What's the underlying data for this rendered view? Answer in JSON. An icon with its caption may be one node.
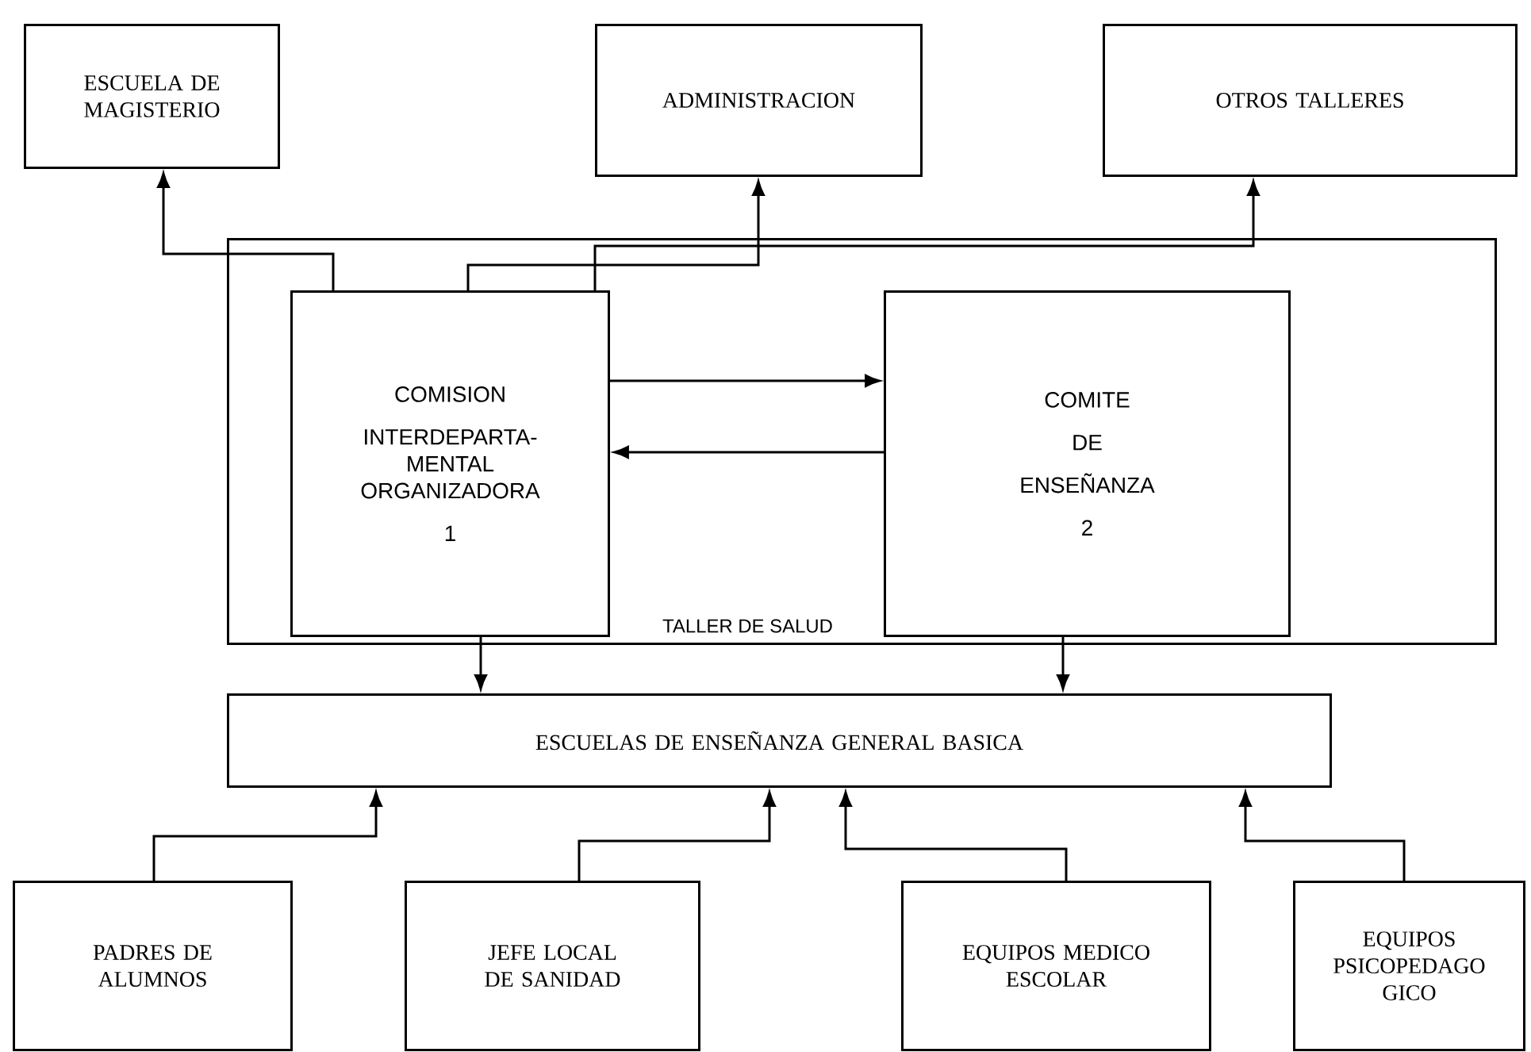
{
  "diagram": {
    "nodes": [
      {
        "text": [
          "ESCUELA DE MAGISTERIO"
        ]
      },
      {
        "text": [
          "ADMINISTRACION"
        ]
      },
      {
        "text": [
          "OTROS TALLERES"
        ]
      },
      {
        "text": [
          "TALLER DE SALUD"
        ]
      },
      {
        "text": [
          "COMISION",
          "INTERDEPARTA- MENTAL ORGANIZADORA",
          "1"
        ],
        "in": 3
      },
      {
        "text": [
          "COMITE",
          "DE",
          "ENSEÑANZA",
          "2"
        ],
        "in": 3
      },
      {
        "text": [
          "ESCUELAS  DE  ENSEÑANZA  GENERAL  BASICA"
        ]
      },
      {
        "text": [
          "PADRES DE ALUMNOS"
        ]
      },
      {
        "text": [
          "JEFE LOCAL DE SANIDAD"
        ]
      },
      {
        "text": [
          "EQUIPOS MEDICO ESCOLAR"
        ]
      },
      {
        "text": [
          "EQUIPOS",
          "PSICOPEDAGO GICO"
        ]
      }
    ],
    "edges": [
      {
        "from": 4,
        "to": 0,
        "arrow": "to"
      },
      {
        "from": 4,
        "to": 1,
        "arrow": "to"
      },
      {
        "from": 4,
        "to": 2,
        "arrow": "to"
      },
      {
        "from": 4,
        "to": 5,
        "arrow": "to"
      },
      {
        "from": 5,
        "to": 4,
        "arrow": "to"
      },
      {
        "from": 4,
        "to": 6,
        "arrow": "to"
      },
      {
        "from": 5,
        "to": 6,
        "arrow": "to"
      },
      {
        "from": 7,
        "to": 6,
        "arrow": "to"
      },
      {
        "from": 8,
        "to": 6,
        "arrow": "to"
      },
      {
        "from": 9,
        "to": 6,
        "arrow": "to"
      },
      {
        "from": 10,
        "to": 6,
        "arrow": "to"
      }
    ]
  }
}
